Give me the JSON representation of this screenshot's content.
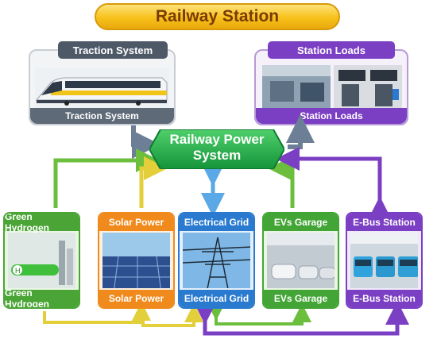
{
  "title": "Railway Station",
  "traction": {
    "tab": "Traction System",
    "footer": "Traction System"
  },
  "station_loads": {
    "tab": "Station Loads",
    "footer": "Station Loads"
  },
  "center": {
    "line1": "Railway Power",
    "line2": "System"
  },
  "sources": [
    {
      "head": "Green Hydrogen",
      "foot": "Green Hydrogen",
      "color": "#4aa536"
    },
    {
      "head": "Solar Power",
      "foot": "Solar Power",
      "color": "#f08a1c"
    },
    {
      "head": "Electrical Grid",
      "foot": "Electrical Grid",
      "color": "#2a7bd0"
    },
    {
      "head": "EVs Garage",
      "foot": "EVs Garage",
      "color": "#43a536"
    },
    {
      "head": "E-Bus Station",
      "foot": "E-Bus Station",
      "color": "#7b3fc4"
    }
  ],
  "colors": {
    "green": "#3ca02e",
    "orange": "#f08a1c",
    "blue": "#2a7bd0",
    "purple": "#7b3fc4",
    "gray": "#5f6a78",
    "arrow_gray": "#6d7f96"
  }
}
